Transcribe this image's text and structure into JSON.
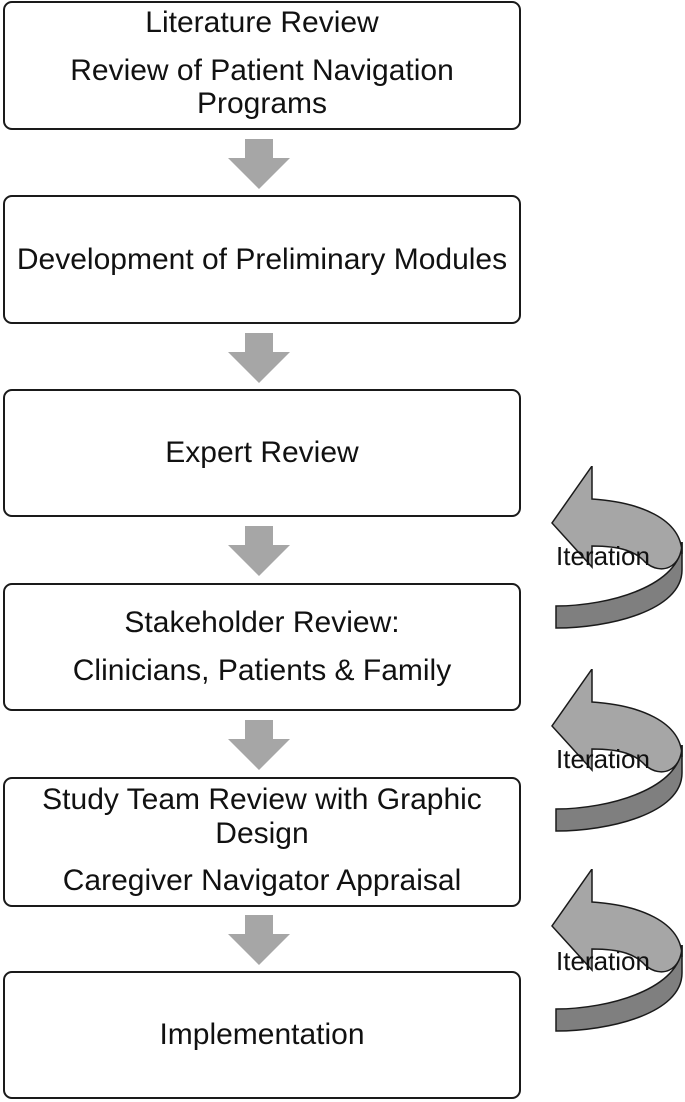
{
  "steps": [
    {
      "lines": [
        "Literature Review",
        "Review of Patient Navigation Programs"
      ]
    },
    {
      "lines": [
        "Development of Preliminary Modules"
      ]
    },
    {
      "lines": [
        "Expert Review"
      ]
    },
    {
      "lines": [
        "Stakeholder Review:",
        "Clinicians, Patients & Family"
      ]
    },
    {
      "lines": [
        "Study Team Review with Graphic Design",
        "Caregiver Navigator Appraisal"
      ]
    },
    {
      "lines": [
        "Implementation"
      ]
    }
  ],
  "iterations": [
    "Iteration",
    "Iteration",
    "Iteration"
  ],
  "colors": {
    "flow_arrow": "#a6a6a6",
    "loop_front": "#a6a6a6",
    "loop_back": "#7f7f7f",
    "border": "#1a1a1a"
  }
}
